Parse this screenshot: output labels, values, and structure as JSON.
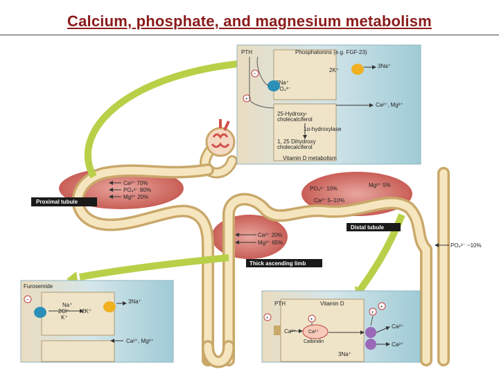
{
  "title": "Calcium, phosphate, and magnesium metabolism",
  "panels": {
    "top": {
      "pth": "PTH",
      "phosphatonins": "Phosphatonins (e.g. FGF-23)",
      "na3": "3Na⁺",
      "k2": "2K⁺",
      "na2": "2Na⁺",
      "po4": "PO₄³⁻",
      "ca_mg": "Ca²⁺, Mg²⁺",
      "hydroxy": "25-Hydroxy-",
      "chole1": "cholecalciferol",
      "alpha": "1α-hydroxylase",
      "dihydroxy": "1, 25 Dihydroxy",
      "chole2": "cholecalciferol",
      "vitd": "Vitamin D metabolism"
    },
    "left_bottom": {
      "furosemide": "Furosemide",
      "na": "Na⁺",
      "cl": "2Cl⁻",
      "k": "K⁺",
      "na3": "3Na⁺",
      "k2": "2K⁺",
      "ca_mg": "Ca²⁺, Mg²⁺"
    },
    "right_bottom": {
      "pth": "PTH",
      "vitd": "Vitamin D",
      "ca_in": "Ca²⁺",
      "ca_c": "Ca²⁺",
      "calbindin": "Calbindin",
      "ca_out1": "Ca²⁺",
      "ca_out2": "Ca²⁺",
      "na3": "3Na⁺"
    }
  },
  "segments": {
    "proximal": {
      "label": "Proximal tubule",
      "ca": "Ca²⁺  70%",
      "po4": "PO₄²⁻  80%",
      "mg": "Mg²⁺  20%"
    },
    "thick": {
      "label": "Thick ascending limb",
      "ca": "Ca²⁺  20%",
      "mg": "Mg²⁺  65%"
    },
    "distal": {
      "label": "Distal tubule",
      "po4": "PO₄²⁻  10%",
      "mg": "Mg²⁺  5%",
      "ca": "Ca²⁺  5–10%"
    },
    "collecting": {
      "po4": "PO₄²⁻  ~10%"
    }
  },
  "colors": {
    "title": "#8b1a1a",
    "panel": "#cfe3ea",
    "tubule": "#f2ddb0",
    "oval": "#c7574f",
    "arrow": "#b8d048"
  }
}
